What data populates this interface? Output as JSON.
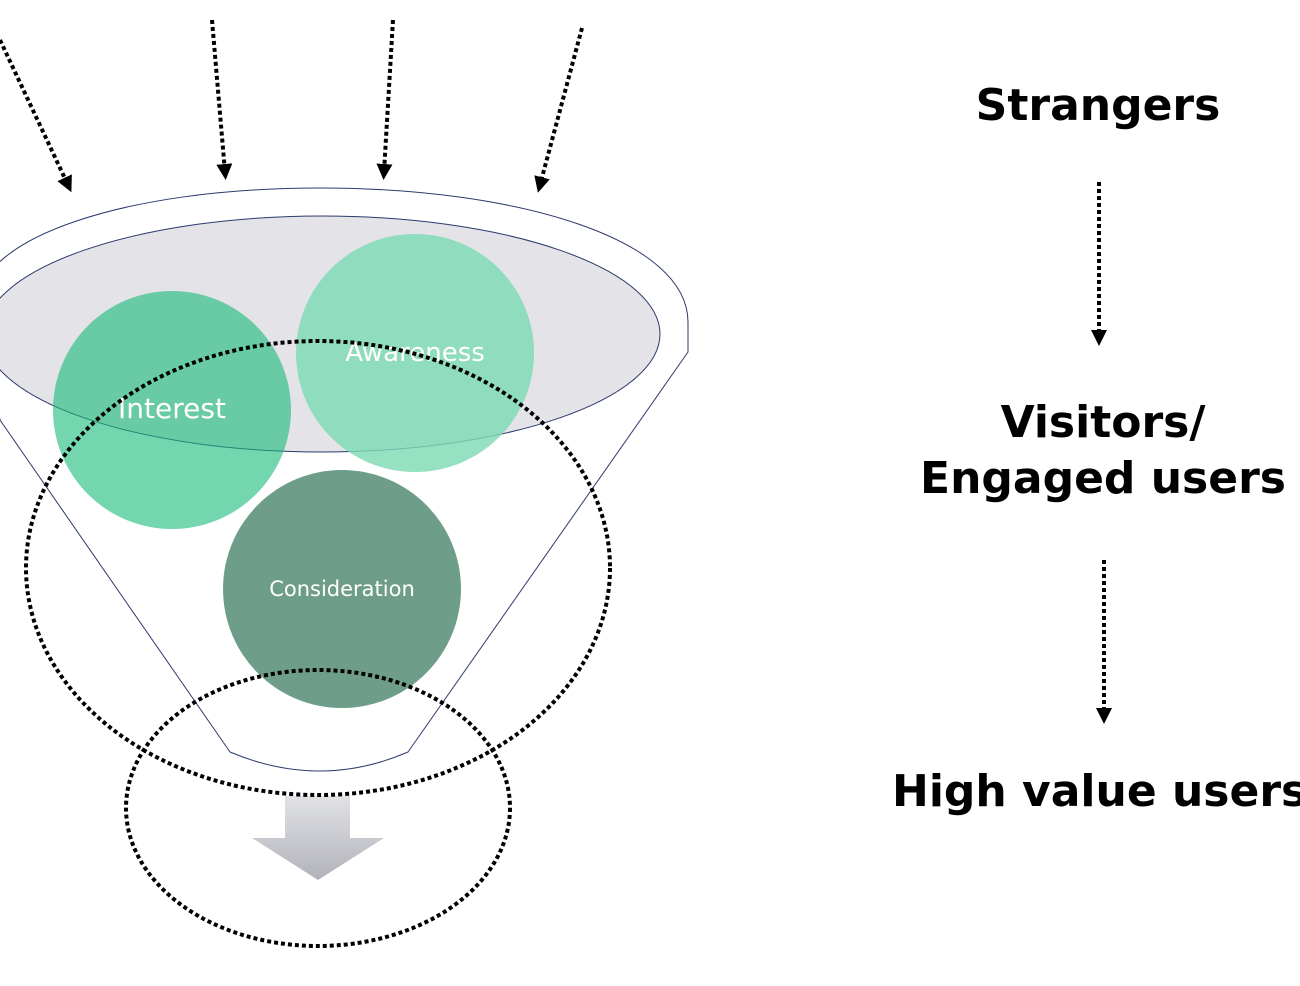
{
  "circles": {
    "awareness": {
      "label": "Awareness",
      "color": "#7edbb5"
    },
    "interest": {
      "label": "Interest",
      "color": "#17ba7a"
    },
    "consideration": {
      "label": "Consideration",
      "color": "#6e9e8a"
    }
  },
  "stages": {
    "strangers": "Strangers",
    "visitors_line1": "Visitors/",
    "visitors_line2": "Engaged users",
    "high_value": "High value users"
  },
  "colors": {
    "funnel_outline": "#2c3a6e",
    "funnel_fill": "#e3e3e8",
    "dotted": "#000000",
    "down_arrow": "#c5c6cb"
  }
}
